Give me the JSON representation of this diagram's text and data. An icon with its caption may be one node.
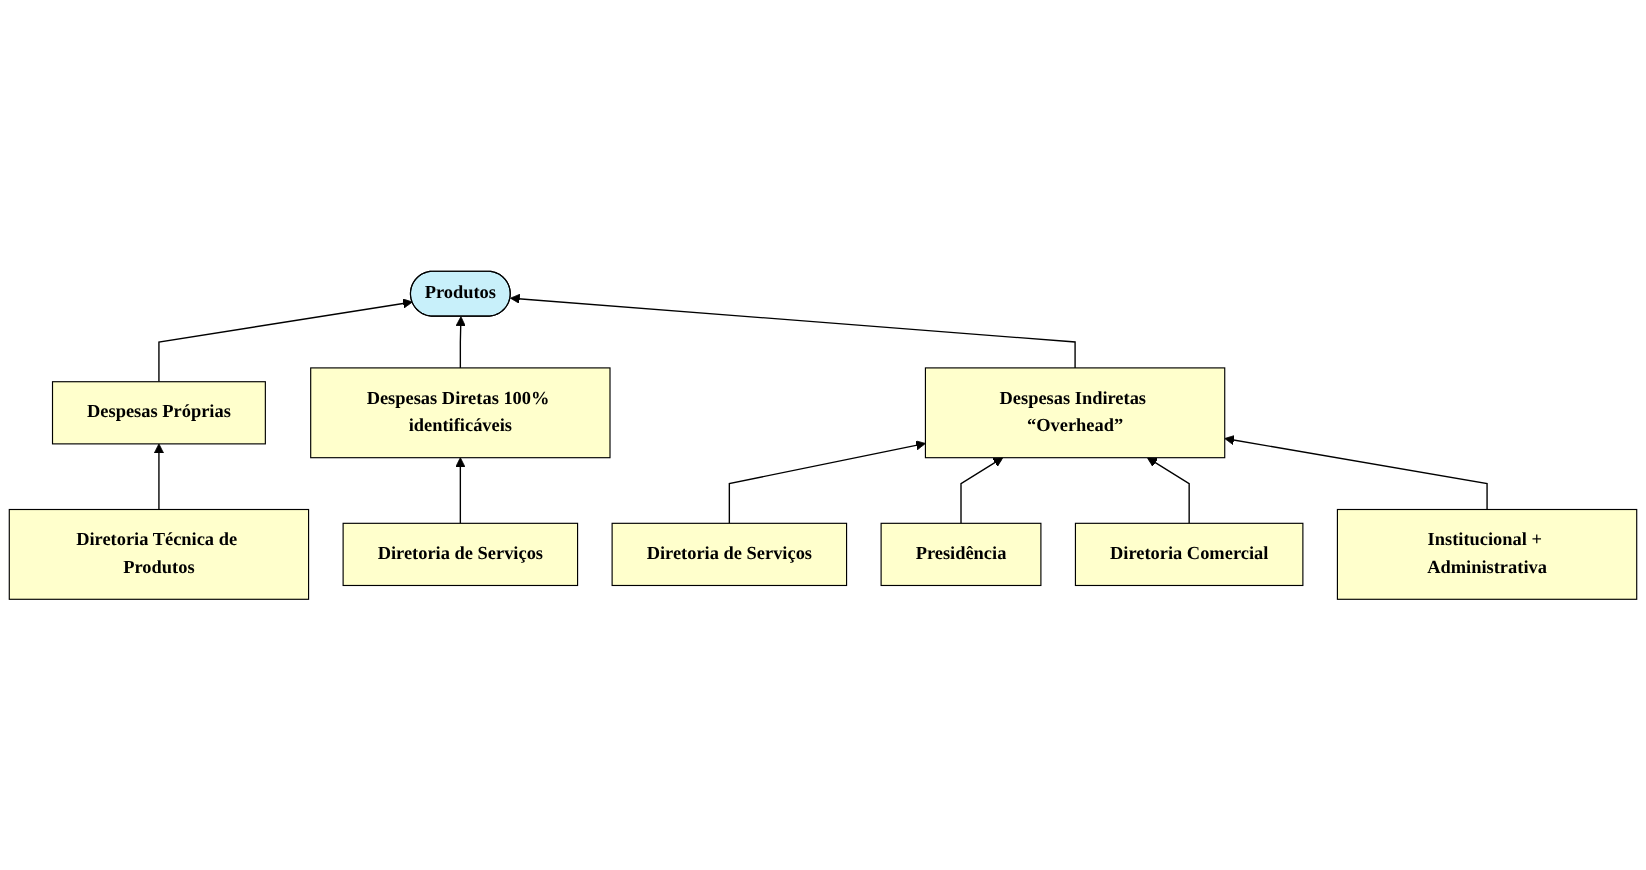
{
  "diagram": {
    "nodes": [
      {
        "text": [
          "Produtos"
        ]
      },
      {
        "text": [
          "Despesas Próprias"
        ]
      },
      {
        "text": [
          "Despesas Diretas 100% identificáveis"
        ]
      },
      {
        "text": [
          "Despesas Indiretas “Overhead”"
        ]
      },
      {
        "text": [
          "Diretoria Técnica de Produtos"
        ]
      },
      {
        "text": [
          "Diretoria de Serviços"
        ]
      },
      {
        "text": [
          "Diretoria de Serviços"
        ]
      },
      {
        "text": [
          "Presidência"
        ]
      },
      {
        "text": [
          "Diretoria Comercial"
        ]
      },
      {
        "text": [
          "Institucional + Administrativa"
        ]
      }
    ],
    "edges": [
      {
        "from": 1,
        "to": 0,
        "arrow": "to"
      },
      {
        "from": 2,
        "to": 0,
        "arrow": "to"
      },
      {
        "from": 3,
        "to": 0,
        "arrow": "to"
      },
      {
        "from": 4,
        "to": 1,
        "arrow": "to"
      },
      {
        "from": 5,
        "to": 2,
        "arrow": "to"
      },
      {
        "from": 6,
        "to": 3,
        "arrow": "to"
      },
      {
        "from": 7,
        "to": 3,
        "arrow": "to"
      },
      {
        "from": 8,
        "to": 3,
        "arrow": "to"
      },
      {
        "from": 9,
        "to": 3,
        "arrow": "to"
      }
    ]
  }
}
